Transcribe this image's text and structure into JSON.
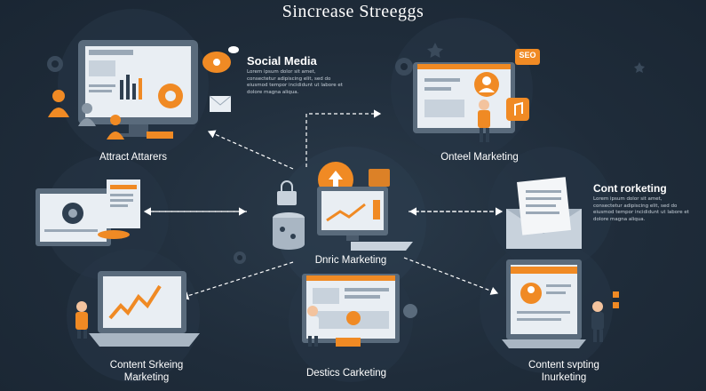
{
  "title": "Sincrease Streeggs",
  "nodes": {
    "social_media": {
      "heading": "Social Media",
      "body": "Lorem ipsum dolor sit amet, consectetur adipiscing elit, sed do eiusmod tempor incididunt ut labore et dolore magna aliqua."
    },
    "attract": {
      "label": "Attract Attarers"
    },
    "onteel": {
      "label": "Onteel Marketing",
      "badge": "SEO"
    },
    "cont_rorketing": {
      "heading": "Cont rorketing",
      "body": "Lorem ipsum dolor sit amet, consectetur adipiscing elit, sed do eiusmod tempor incididunt ut labore et dolore magna aliqua."
    },
    "center": {
      "label": "Dnric Marketing"
    },
    "content_srkeing": {
      "label_line1": "Content Srkeing",
      "label_line2": "Marketing"
    },
    "destics": {
      "label": "Destics Carketing"
    },
    "content_svpting": {
      "label_line1": "Content svpting",
      "label_line2": "Inurketing"
    }
  },
  "colors": {
    "background": "#1e2b38",
    "accent": "#f08a24",
    "screen": "#e9eef3",
    "device": "#5a6b7c",
    "connector": "#ffffff"
  }
}
